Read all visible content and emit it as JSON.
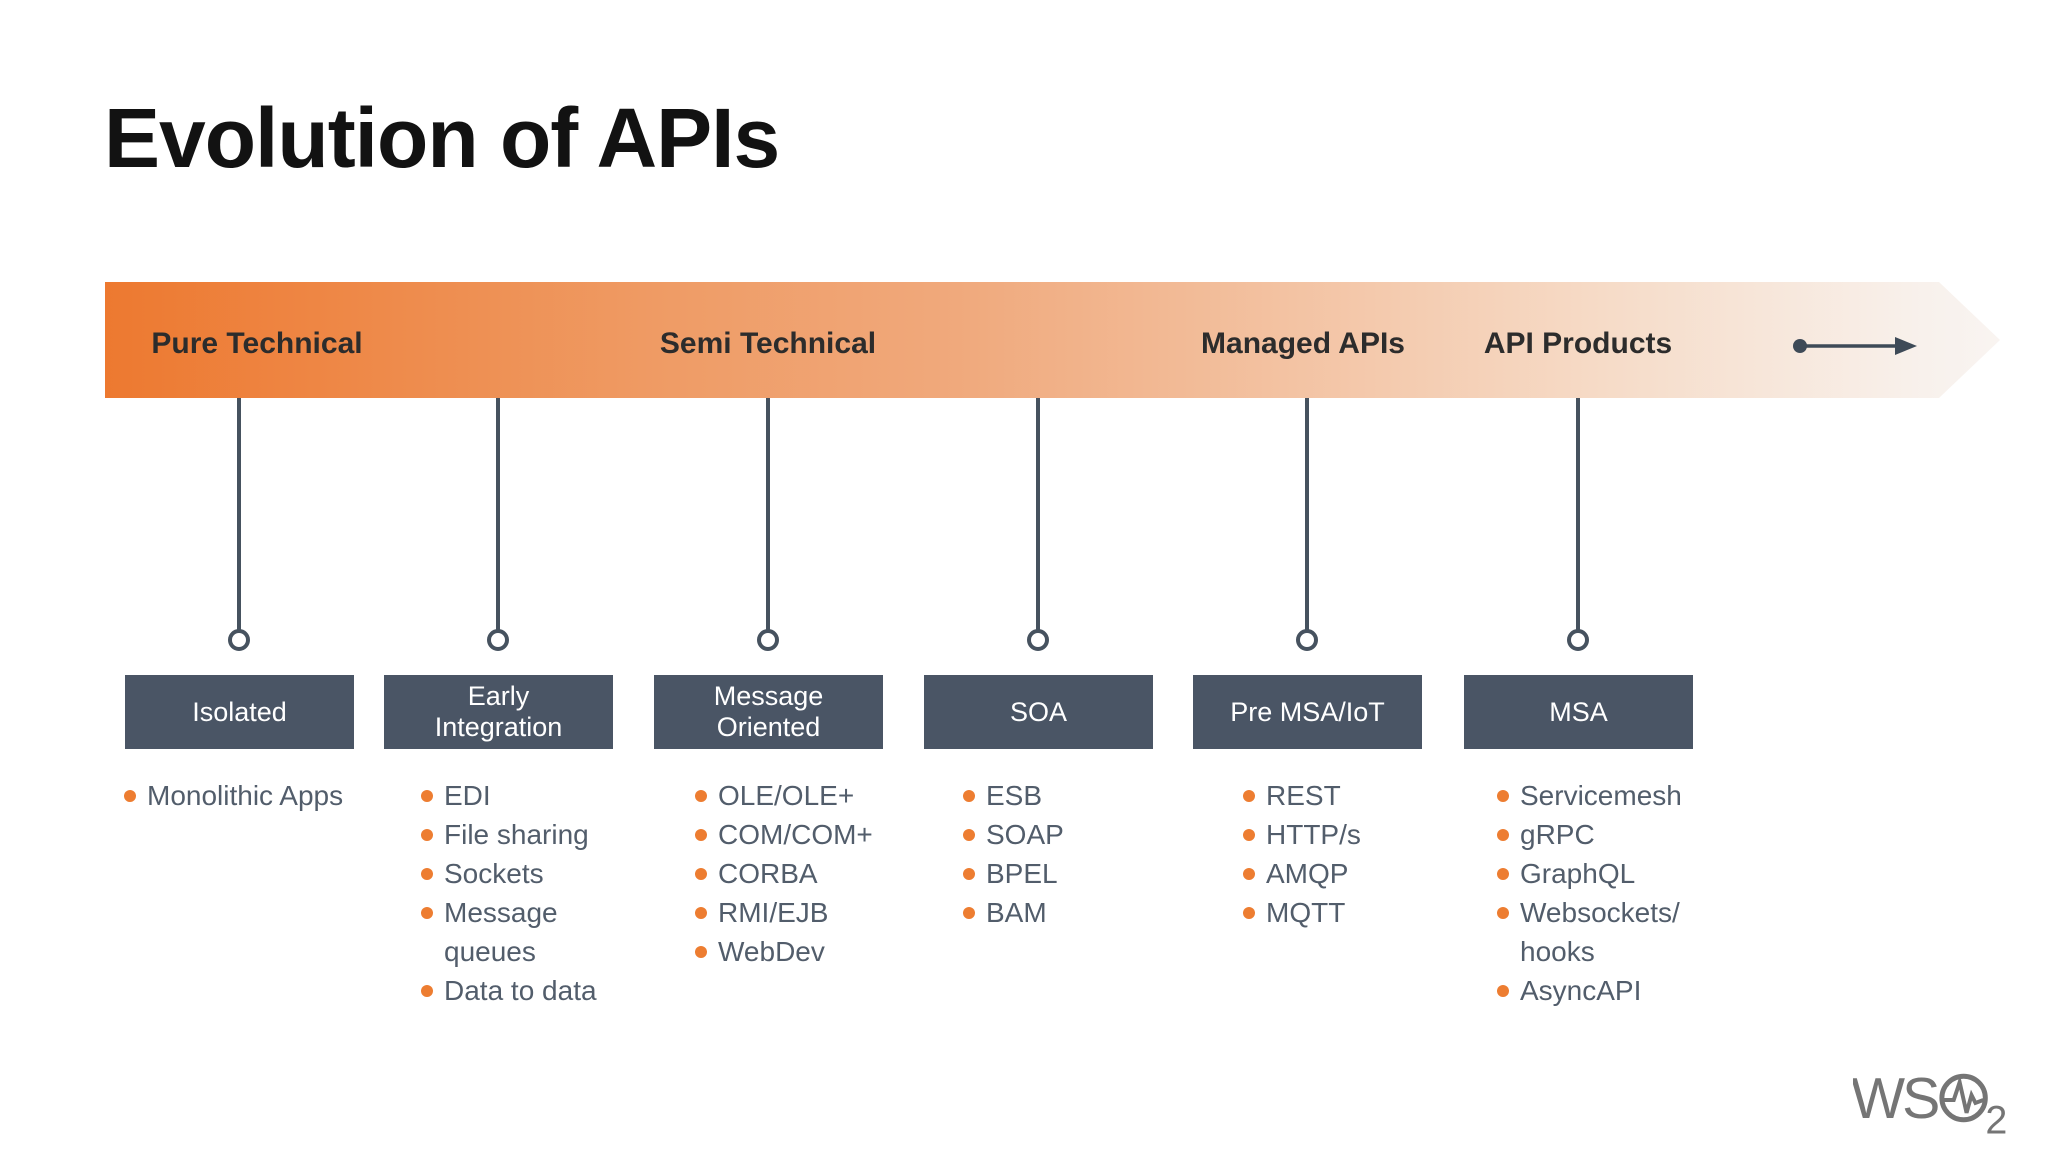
{
  "slide": {
    "title": "Evolution of APIs"
  },
  "timeline": {
    "phases": [
      {
        "label": "Pure Technical"
      },
      {
        "label": "Semi Technical"
      },
      {
        "label": "Managed APIs"
      },
      {
        "label": "API Products"
      }
    ]
  },
  "columns": [
    {
      "box": "Isolated",
      "items": [
        "Monolithic Apps"
      ]
    },
    {
      "box": "Early\nIntegration",
      "items": [
        "EDI",
        "File sharing",
        "Sockets",
        "Message\nqueues",
        "Data to data"
      ]
    },
    {
      "box": "Message\nOriented",
      "items": [
        "OLE/OLE+",
        "COM/COM+",
        "CORBA",
        "RMI/EJB",
        "WebDev"
      ]
    },
    {
      "box": "SOA",
      "items": [
        "ESB",
        "SOAP",
        "BPEL",
        "BAM"
      ]
    },
    {
      "box": "Pre MSA/IoT",
      "items": [
        "REST",
        "HTTP/s",
        "AMQP",
        "MQTT"
      ]
    },
    {
      "box": "MSA",
      "items": [
        "Servicemesh",
        "gRPC",
        "GraphQL",
        "Websockets/\nhooks",
        "AsyncAPI"
      ]
    }
  ],
  "logo": {
    "text": "WS",
    "subscript": "2"
  },
  "icons": {
    "forward_arrow": "dot-line-arrowhead",
    "connector_end": "open-circle",
    "list_marker": "orange-dot"
  },
  "colors": {
    "accent_orange": "#ED7A30",
    "bullet_orange": "#ED7D31",
    "box_slate": "#4A5565",
    "connector_slate": "#46525F",
    "phase_text": "#2C2C2C",
    "list_text": "#525D6B",
    "band_gradient_end": "#F9F4F1",
    "logo_gray": "#757575"
  }
}
